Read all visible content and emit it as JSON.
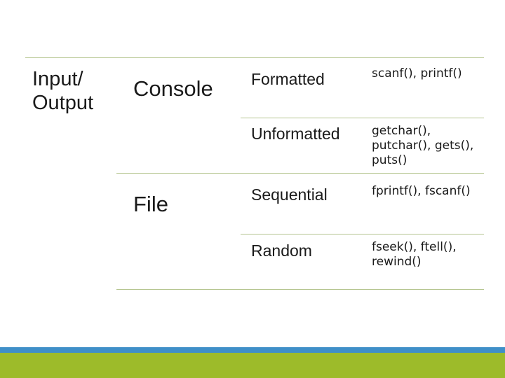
{
  "root": {
    "line1": "Input/",
    "line2": "Output"
  },
  "branches": [
    {
      "label": "Console",
      "children": [
        {
          "label": "Formatted",
          "functions": "scanf(), printf()"
        },
        {
          "label": "Unformatted",
          "functions": "getchar(), putchar(), gets(), puts()"
        }
      ]
    },
    {
      "label": "File",
      "children": [
        {
          "label": "Sequential",
          "functions": "fprintf(), fscanf()"
        },
        {
          "label": "Random",
          "functions": "fseek(), ftell(), rewind()"
        }
      ]
    }
  ],
  "colors": {
    "divider": "#b5c590",
    "footer_blue": "#3f8fc8",
    "footer_green": "#9dbb2a"
  }
}
